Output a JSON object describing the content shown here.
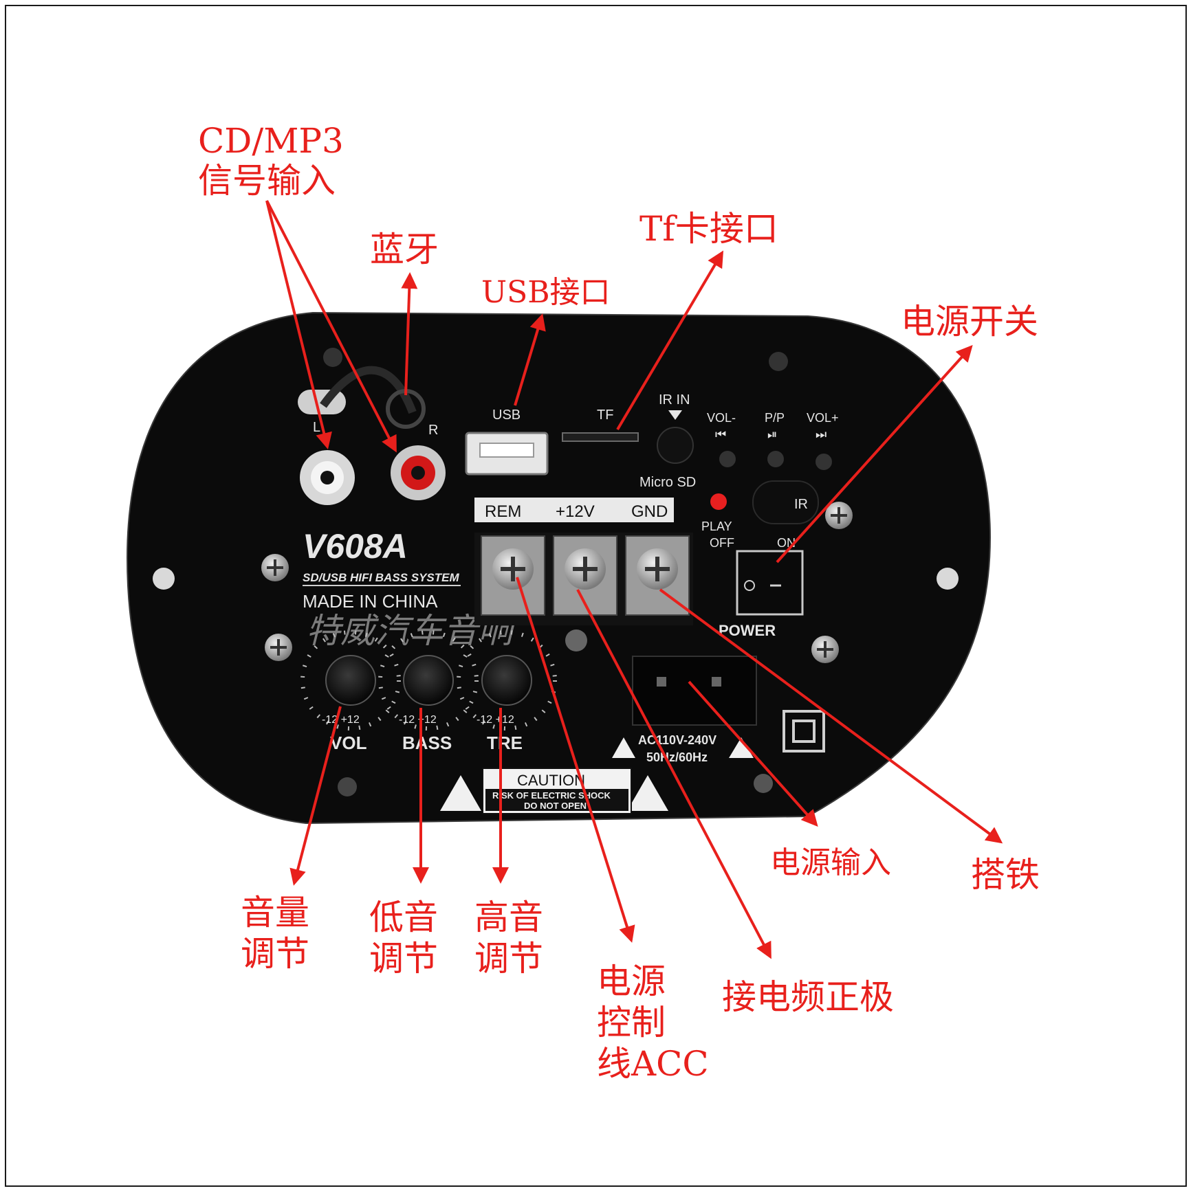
{
  "colors": {
    "callout": "#e8201c",
    "panel": "#0b0b0b",
    "panel_text": "#e6e6e6"
  },
  "panel": {
    "model": "V608A",
    "subtitle": "SD/USB HIFI BASS SYSTEM",
    "made_in": "MADE IN CHINA",
    "watermark": "特威汽车音响",
    "rca_left_label": "L",
    "rca_right_label": "R",
    "usb_label": "USB",
    "tf_label": "TF",
    "ir_in_label": "IR IN",
    "vol_minus_label": "VOL-",
    "pp_label": "P/P",
    "vol_plus_label": "VOL+",
    "micro_sd_label": "Micro SD",
    "ir_label": "IR",
    "terminals": [
      "REM",
      "+12V",
      "GND"
    ],
    "play_label": "PLAY",
    "off_label": "OFF",
    "on_label": "ON",
    "power_label": "POWER",
    "knob_scale": "-12  +12",
    "knobs": [
      "VOL",
      "BASS",
      "TRE"
    ],
    "ac_rating": "AC110V-240V",
    "ac_freq": "50Hz/60Hz",
    "caution_title": "CAUTION",
    "caution_line1": "RISK OF ELECTRIC SHOCK",
    "caution_line2": "DO NOT OPEN"
  },
  "callouts": {
    "cdmp3_line1": "CD/MP3",
    "cdmp3_line2": "信号输入",
    "bluetooth": "蓝牙",
    "usb_port": "USB接口",
    "tf_port": "Tf卡接口",
    "power_switch": "电源开关",
    "power_input": "电源输入",
    "ground": "搭铁",
    "volume_line1": "音量",
    "volume_line2": "调节",
    "bass_line1": "低音",
    "bass_line2": "调节",
    "treble_line1": "高音",
    "treble_line2": "调节",
    "acc_line1": "电源",
    "acc_line2": "控制",
    "acc_line3": "线ACC",
    "battery_positive": "接电频正极"
  }
}
